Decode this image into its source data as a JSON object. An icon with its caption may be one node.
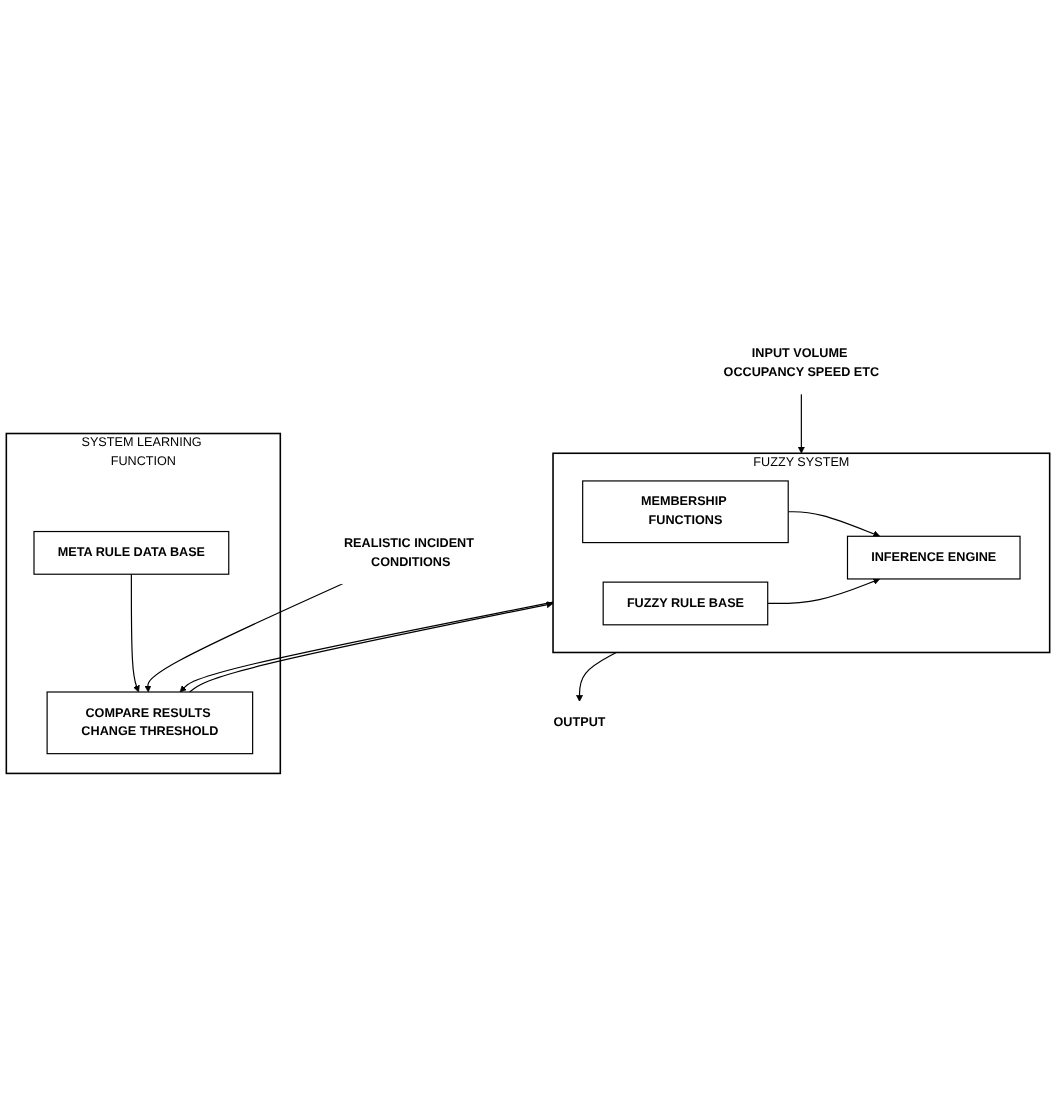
{
  "diagram": {
    "nodes": [
      {
        "text": [
          "SYSTEM LEARNING FUNCTION"
        ]
      },
      {
        "text": [
          "META RULE DATA BASE"
        ],
        "in": 0
      },
      {
        "text": [
          "COMPARE RESULTS CHANGE THRESHOLD"
        ],
        "in": 0
      },
      {
        "text": [
          "REALISTIC INCIDENT CONDITIONS"
        ]
      },
      {
        "text": [
          "FUZZY SYSTEM"
        ]
      },
      {
        "text": [
          "MEMBERSHIP FUNCTIONS"
        ],
        "in": 4
      },
      {
        "text": [
          "INFERENCE ENGINE"
        ],
        "in": 4
      },
      {
        "text": [
          "FUZZY RULE BASE"
        ],
        "in": 4
      },
      {
        "text": [
          "INPUT VOLUME OCCUPANCY SPEED ETC"
        ]
      },
      {
        "text": [
          "OUTPUT"
        ]
      }
    ],
    "edges": [
      {
        "from": 1,
        "to": 2,
        "arrow": "to"
      },
      {
        "from": 3,
        "to": 2,
        "arrow": "to"
      },
      {
        "from": 2,
        "to": 4,
        "arrow": "to"
      },
      {
        "from": 8,
        "to": 4,
        "arrow": "to"
      },
      {
        "from": 5,
        "to": 6,
        "arrow": "to"
      },
      {
        "from": 7,
        "to": 6,
        "arrow": "to"
      },
      {
        "from": 4,
        "to": 9,
        "arrow": "to"
      },
      {
        "from": 4,
        "to": 2,
        "arrow": "to"
      }
    ]
  }
}
